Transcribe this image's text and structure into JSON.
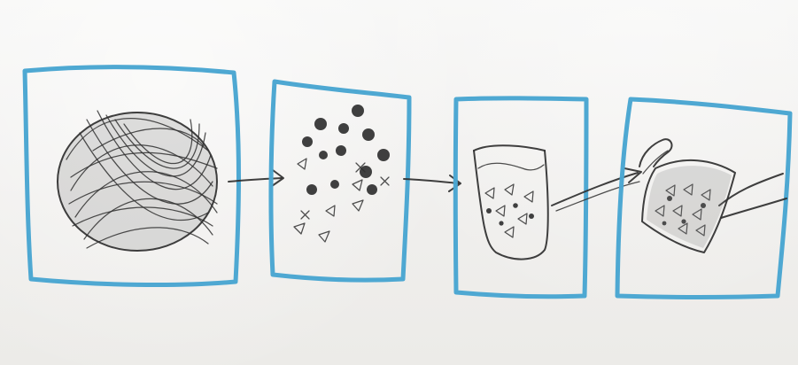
{
  "diagram": {
    "panels": [
      {
        "id": "panel-1",
        "icon": "dark-ball-scribble"
      },
      {
        "id": "panel-2",
        "icon": "many-small-pieces"
      },
      {
        "id": "panel-3",
        "icon": "pieces-in-container"
      },
      {
        "id": "panel-4",
        "icon": "pieces-in-hand-held-tray"
      }
    ],
    "arrows": [
      {
        "from": "panel-1",
        "to": "panel-2",
        "icon": "right-arrow"
      },
      {
        "from": "panel-2",
        "to": "panel-3",
        "icon": "right-arrow"
      },
      {
        "from": "panel-3",
        "to": "panel-4",
        "icon": "right-arrow"
      }
    ]
  },
  "style": {
    "paper": "#f2f1ef",
    "blue": "#4aa6d1",
    "pencil": "#2f2f2f"
  }
}
